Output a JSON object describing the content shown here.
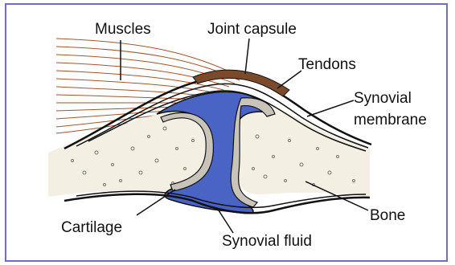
{
  "diagram": {
    "labels": {
      "muscles": "Muscles",
      "joint_capsule": "Joint capsule",
      "tendons": "Tendons",
      "synovial_membrane_line1": "Synovial",
      "synovial_membrane_line2": "membrane",
      "bone": "Bone",
      "cartilage": "Cartilage",
      "synovial_fluid": "Synovial fluid"
    },
    "colors": {
      "frame": "#6f6ccc",
      "synovial_fluid": "#4a64c6",
      "bone": "#f3efe3",
      "cartilage": "#c8c4ba",
      "muscle": "#a0562e",
      "outline": "#111111"
    }
  }
}
